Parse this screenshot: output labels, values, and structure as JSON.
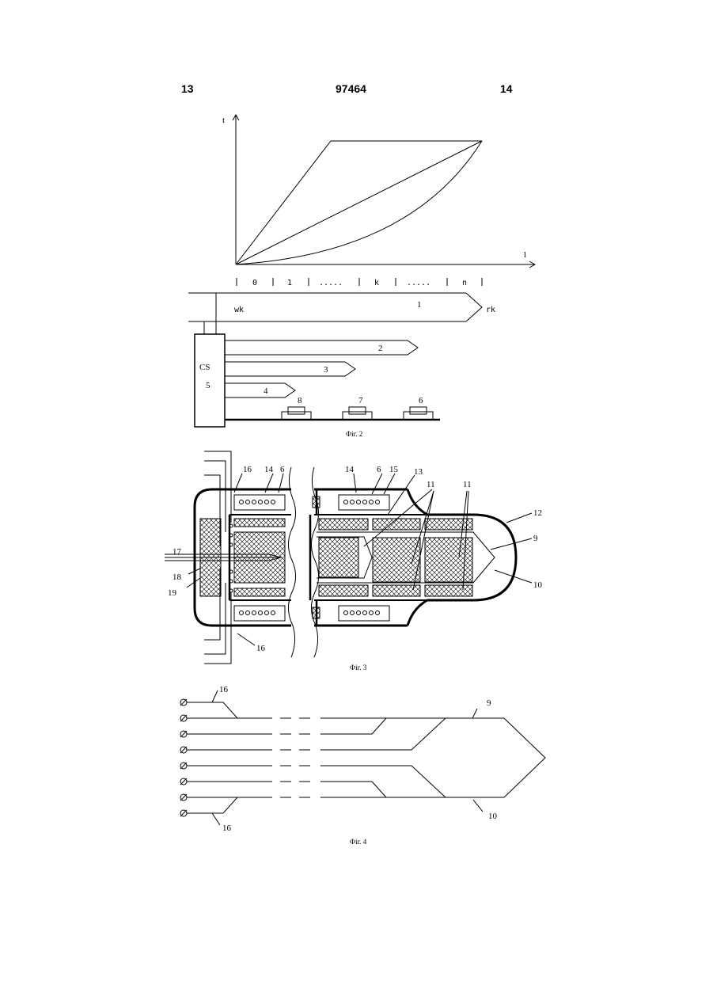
{
  "header": {
    "page_left": "13",
    "patent_number": "97464",
    "page_right": "14"
  },
  "fig2": {
    "caption": "Фіг. 2",
    "axis_t": "t",
    "axis_l": "l",
    "scale": [
      "0",
      "1",
      ".....",
      "k",
      ".....",
      "n"
    ],
    "wk": "wk",
    "rk": "rk",
    "cs": "CS",
    "cs_num": "5",
    "labels": [
      "1",
      "2",
      "3",
      "4",
      "8",
      "7",
      "6"
    ]
  },
  "fig3": {
    "caption": "Фіг. 3",
    "labels": [
      "16",
      "14",
      "6",
      "14",
      "6",
      "15",
      "13",
      "11",
      "11",
      "12",
      "9",
      "17",
      "18",
      "19",
      "10",
      "16"
    ]
  },
  "fig4": {
    "caption": "Фіг. 4",
    "labels": [
      "16",
      "9",
      "10",
      "16"
    ]
  }
}
